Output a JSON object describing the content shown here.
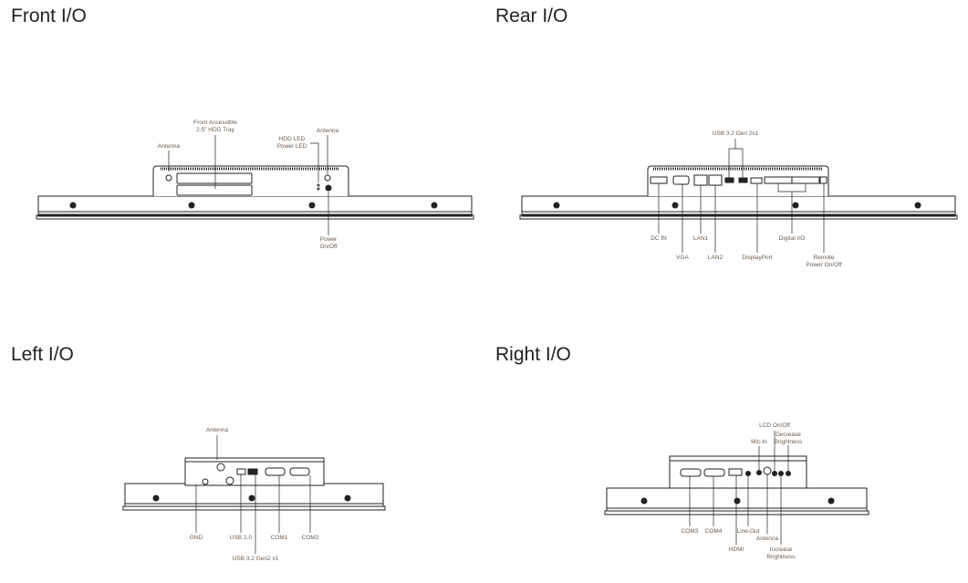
{
  "sections": {
    "front": {
      "title": "Front I/O",
      "labels": {
        "antenna_left": "Antenna",
        "hdd_tray_1": "Front Accessible",
        "hdd_tray_2": "2.5\" HDD Tray",
        "hdd_led": "HDD LED",
        "power_led": "Power LED",
        "antenna_right": "Antenna",
        "power_1": "Power",
        "power_2": "On/Off"
      }
    },
    "rear": {
      "title": "Rear I/O",
      "labels": {
        "usb": "USB 3.2 Gen 2x1",
        "dc_in": "DC IN",
        "vga": "VGA",
        "lan1": "LAN1",
        "lan2": "LAN2",
        "displayport": "DisplayPort",
        "digital_io": "Digital I/O",
        "remote_1": "Remote",
        "remote_2": "Power On/Off"
      }
    },
    "left": {
      "title": "Left I/O",
      "labels": {
        "antenna": "Antenna",
        "gnd": "GND",
        "usb20": "USB 2.0",
        "com1": "COM1",
        "com2": "COM2",
        "usb32": "USB 3.2 Gen2 x1"
      }
    },
    "right": {
      "title": "Right I/O",
      "labels": {
        "lcd": "LCD On/Off",
        "dec_1": "Decrease",
        "dec_2": "Brightness",
        "mic": "Mic-In",
        "com3": "COM3",
        "com4": "COM4",
        "line_out": "Line-Out",
        "hdmi": "HDMI",
        "antenna": "Antenna",
        "inc_1": "Increase",
        "inc_2": "Brightness"
      }
    }
  }
}
